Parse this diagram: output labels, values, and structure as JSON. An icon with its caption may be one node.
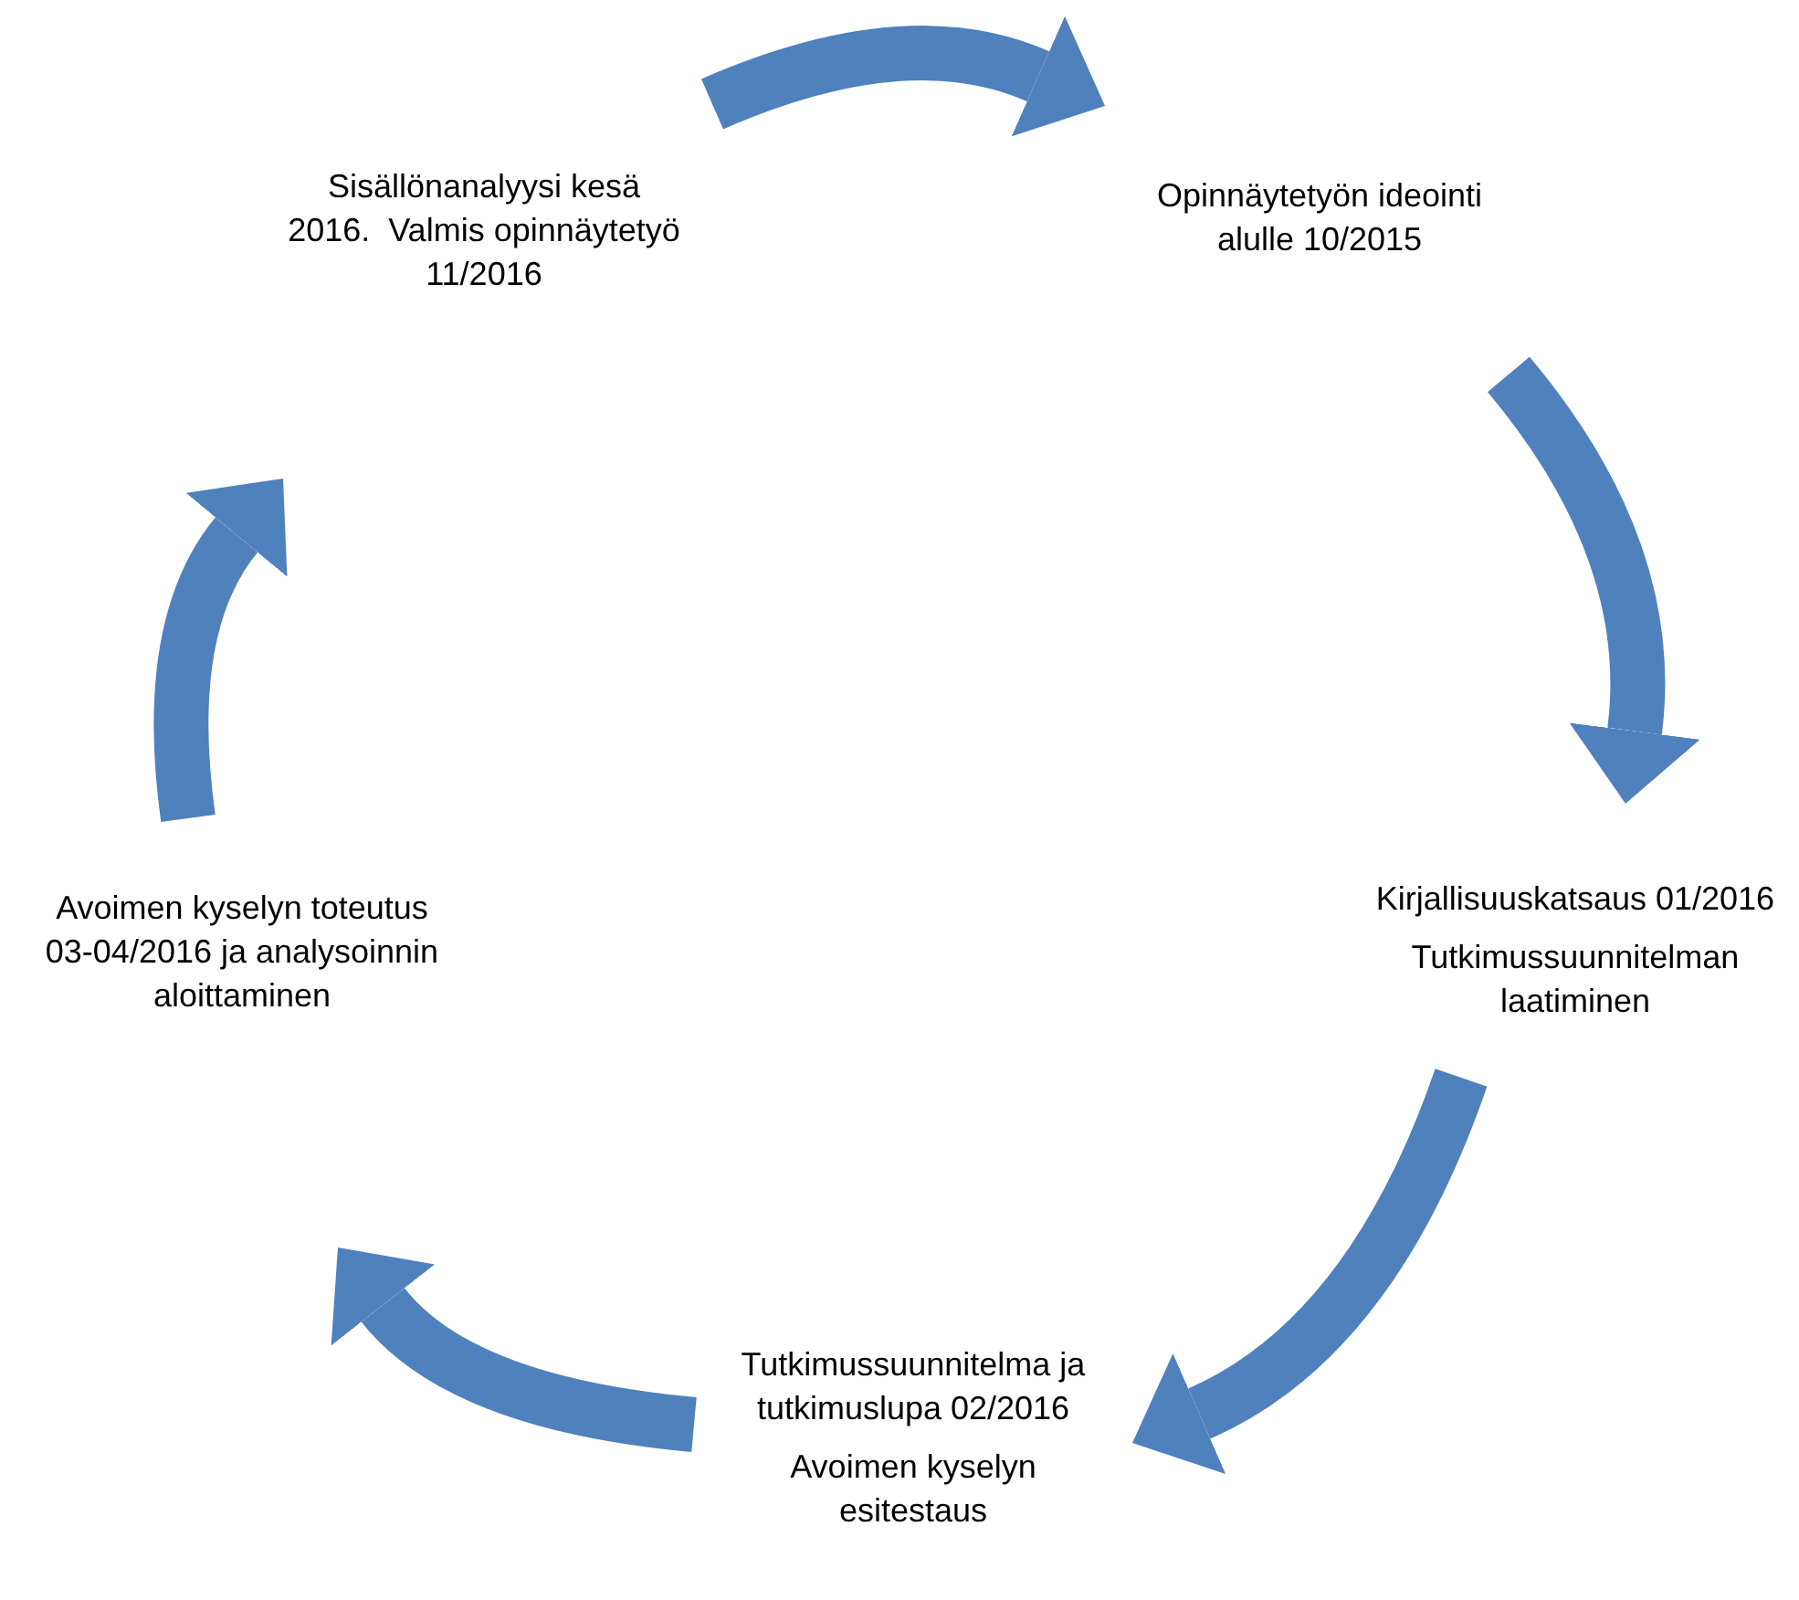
{
  "diagram": {
    "nodes": [
      {
        "text": [
          "Opinnäytetyön ideointi alulle 10/2015"
        ]
      },
      {
        "text": [
          "Kirjallisuuskatsaus 01/2016",
          "Tutkimussuunnitelman laatiminen"
        ]
      },
      {
        "text": [
          "Tutkimussuunnitelma ja tutkimuslupa 02/2016",
          "Avoimen kyselyn esitestaus"
        ]
      },
      {
        "text": [
          "Avoimen kyselyn toteutus 03-04/2016 ja analysoinnin aloittaminen"
        ]
      },
      {
        "text": [
          "Sisällönanalyysi kesä 2016.  Valmis opinnäytetyö 11/2016"
        ]
      }
    ],
    "edges": [
      {
        "from": 4,
        "to": 0,
        "arrow": "to"
      },
      {
        "from": 0,
        "to": 1,
        "arrow": "to"
      },
      {
        "from": 1,
        "to": 2,
        "arrow": "to"
      },
      {
        "from": 2,
        "to": 3,
        "arrow": "to"
      },
      {
        "from": 3,
        "to": 4,
        "arrow": "to"
      }
    ]
  }
}
